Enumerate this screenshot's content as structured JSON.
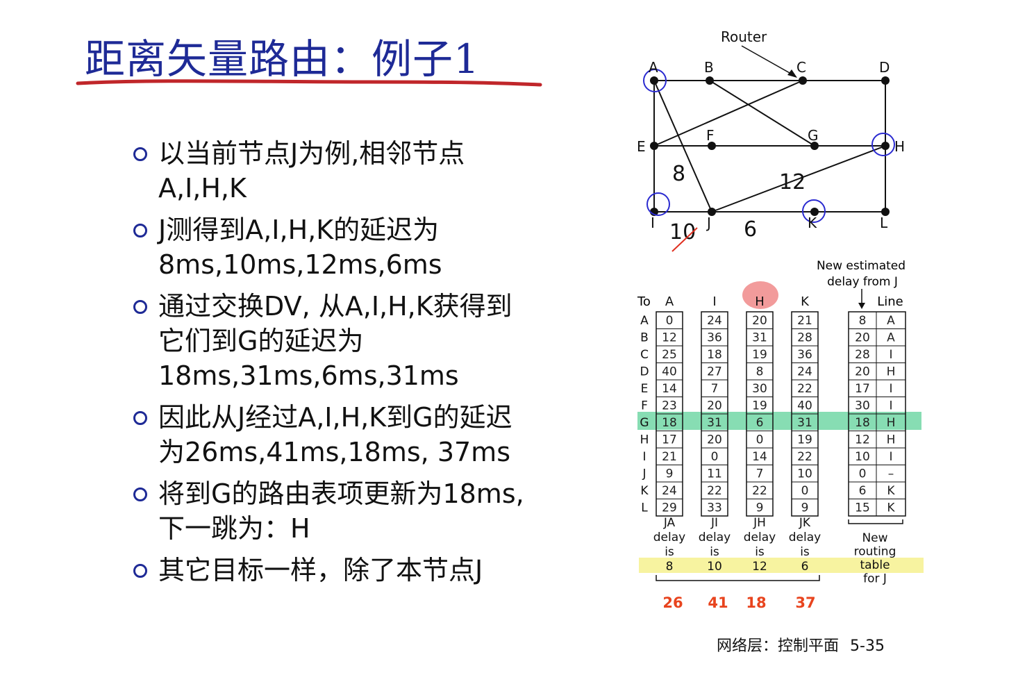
{
  "title": "距离矢量路由：例子1",
  "bullets": [
    {
      "lines": [
        "以当前节点J为例,相邻节点",
        "A,I,H,K"
      ]
    },
    {
      "lines": [
        "J测得到A,I,H,K的延迟为",
        "8ms,10ms,12ms,6ms"
      ]
    },
    {
      "lines": [
        "通过交换DV, 从A,I,H,K获得到",
        "它们到G的延迟为",
        "18ms,31ms,6ms,31ms"
      ]
    },
    {
      "lines": [
        "因此从J经过A,I,H,K到G的延迟",
        "为26ms,41ms,18ms, 37ms"
      ]
    },
    {
      "lines": [
        "将到G的路由表项更新为18ms,",
        "下一跳为：H"
      ]
    },
    {
      "lines": [
        "其它目标一样，除了本节点J"
      ]
    }
  ],
  "network": {
    "router_label": "Router",
    "edge_labels": {
      "ja": "8",
      "jh": "12",
      "ji": "10",
      "jk": "6"
    }
  },
  "table": {
    "new_estimated_label": [
      "New estimated",
      "delay from J"
    ],
    "to_label": "To",
    "line_label": "Line",
    "row_labels": [
      "A",
      "B",
      "C",
      "D",
      "E",
      "F",
      "G",
      "H",
      "I",
      "J",
      "K",
      "L"
    ],
    "columns": [
      {
        "header": "A",
        "values": [
          "0",
          "12",
          "25",
          "40",
          "14",
          "23",
          "18",
          "17",
          "21",
          "9",
          "24",
          "29"
        ],
        "footer": [
          "JA",
          "delay",
          "is",
          "8"
        ]
      },
      {
        "header": "I",
        "values": [
          "24",
          "36",
          "18",
          "27",
          "7",
          "20",
          "31",
          "20",
          "0",
          "11",
          "22",
          "33"
        ],
        "footer": [
          "JI",
          "delay",
          "is",
          "10"
        ]
      },
      {
        "header": "H",
        "values": [
          "20",
          "31",
          "19",
          "8",
          "30",
          "19",
          "6",
          "0",
          "14",
          "7",
          "22",
          "9"
        ],
        "footer": [
          "JH",
          "delay",
          "is",
          "12"
        ]
      },
      {
        "header": "K",
        "values": [
          "21",
          "28",
          "36",
          "24",
          "22",
          "40",
          "31",
          "19",
          "22",
          "10",
          "0",
          "9"
        ],
        "footer": [
          "JK",
          "delay",
          "is",
          "6"
        ]
      }
    ],
    "new_table": {
      "delays": [
        "8",
        "20",
        "28",
        "20",
        "17",
        "30",
        "18",
        "12",
        "10",
        "0",
        "6",
        "15"
      ],
      "lines": [
        "A",
        "A",
        "I",
        "H",
        "I",
        "I",
        "H",
        "H",
        "I",
        "–",
        "K",
        "K"
      ]
    },
    "new_routing_label": [
      "New",
      "routing",
      "table",
      "for J"
    ],
    "sums": [
      "26",
      "41",
      "18",
      "37"
    ],
    "highlight_colors": {
      "row_g": "#5fd29a",
      "delay_row": "#f7f3a0",
      "h_header": "#f08a8a",
      "sums": "#e8441e"
    }
  },
  "footer": {
    "section": "网络层：控制平面",
    "page": "5-35"
  }
}
